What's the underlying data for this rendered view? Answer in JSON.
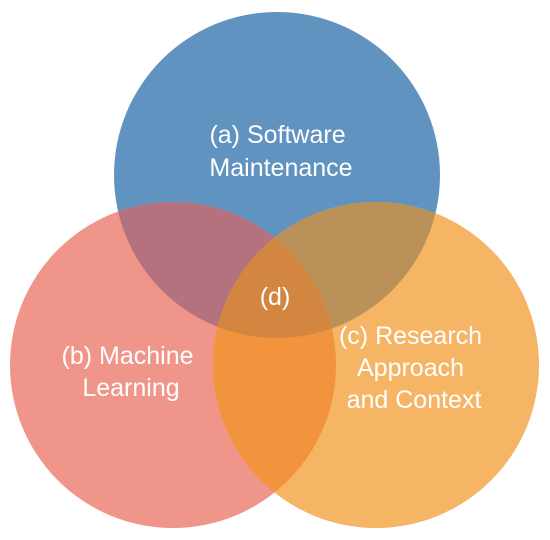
{
  "diagram": {
    "type": "venn",
    "sets": [
      {
        "id": "a",
        "label_lines": [
          "(a) Software",
          "Maintenance"
        ],
        "color": "#6193c1"
      },
      {
        "id": "b",
        "label_lines": [
          "(b) Machine",
          "Learning"
        ],
        "color": "#ef958a"
      },
      {
        "id": "c",
        "label_lines": [
          "(c) Research",
          "Approach",
          "and Context"
        ],
        "color": "#f5b565"
      }
    ],
    "intersections": {
      "ab": "#b4727f",
      "ac": "#ba9158",
      "bc": "#f1943d",
      "abc": "#d38640"
    },
    "center_label": "(d)"
  }
}
